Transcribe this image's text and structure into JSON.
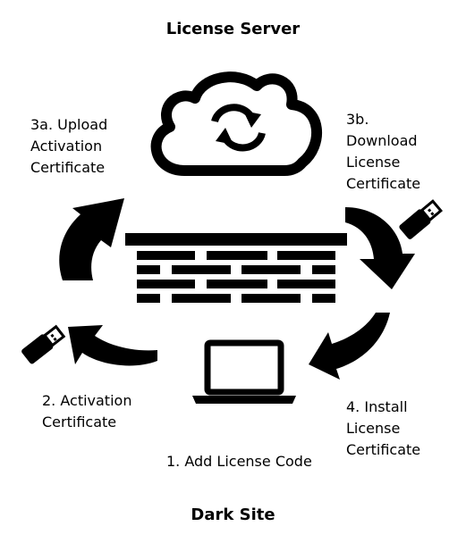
{
  "diagram": {
    "top_title": "License Server",
    "bottom_title": "Dark Site",
    "steps": {
      "step_3a": [
        "3a. Upload",
        "Activation",
        "Certificate"
      ],
      "step_3b": [
        "3b.",
        "Download",
        "License",
        "Certificate"
      ],
      "step_2": [
        "2. Activation",
        "Certificate"
      ],
      "step_4": [
        "4. Install",
        "License",
        "Certificate"
      ],
      "step_1": [
        "1. Add License Code"
      ]
    },
    "icons": {
      "server": "cloud-sync-icon",
      "barrier": "firewall-brick-wall-icon",
      "device": "laptop-icon",
      "media": "usb-drive-icon"
    },
    "colors": {
      "ink": "#000000",
      "background": "#ffffff"
    }
  }
}
